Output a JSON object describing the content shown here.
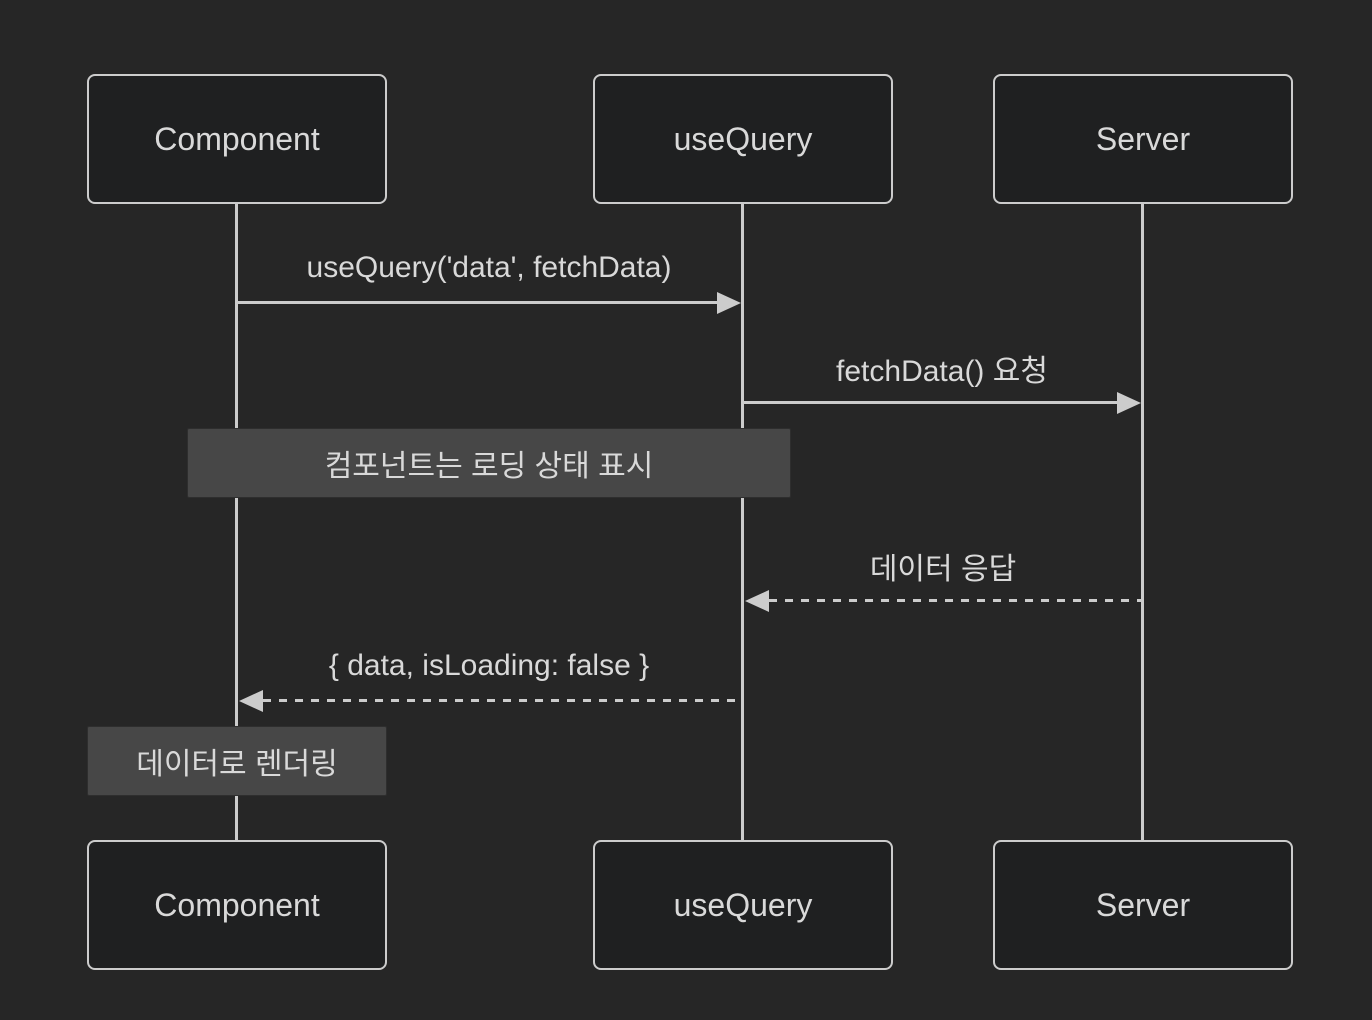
{
  "diagram": {
    "type": "sequence-diagram",
    "actors": [
      {
        "name": "Component"
      },
      {
        "name": "useQuery"
      },
      {
        "name": "Server"
      }
    ],
    "messages": [
      {
        "from": "Component",
        "to": "useQuery",
        "label": "useQuery('data', fetchData)",
        "style": "solid",
        "direction": "right"
      },
      {
        "from": "useQuery",
        "to": "Server",
        "label": "fetchData() 요청",
        "style": "solid",
        "direction": "right"
      },
      {
        "from": "Server",
        "to": "useQuery",
        "label": "데이터 응답",
        "style": "dashed",
        "direction": "left"
      },
      {
        "from": "useQuery",
        "to": "Component",
        "label": "{ data, isLoading: false }",
        "style": "dashed",
        "direction": "left"
      }
    ],
    "notes": [
      {
        "label": "컴포넌트는 로딩 상태 표시",
        "over": "Component,useQuery"
      },
      {
        "label": "데이터로 렌더링",
        "over": "Component"
      }
    ],
    "colors": {
      "background": "#262626",
      "actor_fill": "#1f2021",
      "actor_border": "#cccccc",
      "line": "#cccccc",
      "text": "#d9d9d9",
      "note_fill": "#474747",
      "note_border": "#2e2e2e"
    }
  }
}
